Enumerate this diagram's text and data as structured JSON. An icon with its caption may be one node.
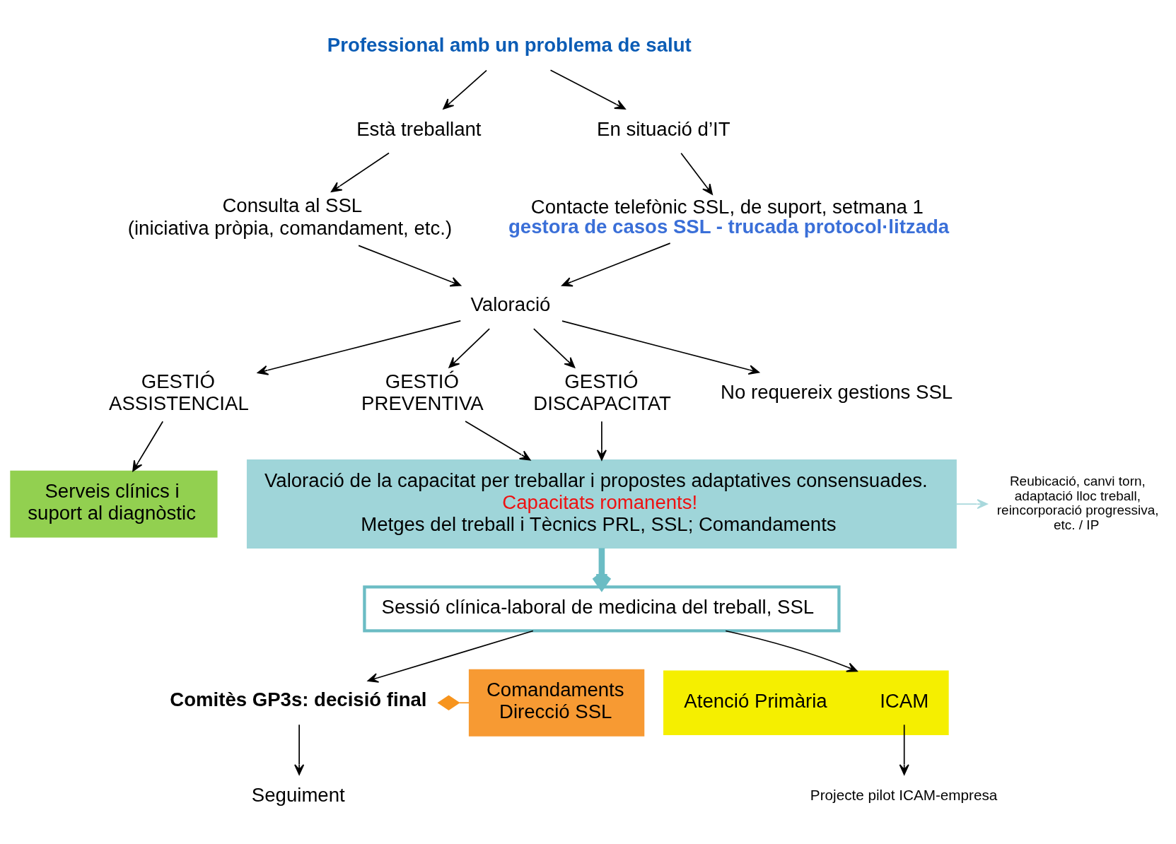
{
  "diagram": {
    "nodes": [
      {
        "text": [
          "Professional amb un problema de salut"
        ]
      },
      {
        "text": [
          "Està treballant"
        ]
      },
      {
        "text": [
          "En situació d’IT"
        ]
      },
      {
        "text": [
          "Consulta al SSL",
          "(iniciativa pròpia, comandament, etc.)"
        ]
      },
      {
        "text": [
          "Contacte telefònic SSL, de suport, setmana 1",
          "gestora de casos SSL - trucada protocol·litzada"
        ]
      },
      {
        "text": [
          "Valoració"
        ]
      },
      {
        "text": [
          "GESTIÓ ASSISTENCIAL"
        ]
      },
      {
        "text": [
          "GESTIÓ PREVENTIVA"
        ]
      },
      {
        "text": [
          "GESTIÓ DISCAPACITAT"
        ]
      },
      {
        "text": [
          "No requereix gestions SSL"
        ]
      },
      {
        "text": [
          "Serveis clínics i suport al diagnòstic"
        ]
      },
      {
        "text": [
          "Valoració de la capacitat per treballar i propostes adaptatives consensuades.",
          "Capacitats romanents!",
          "Metges del treball i Tècnics PRL, SSL; Comandaments"
        ]
      },
      {
        "text": [
          "Reubicació, canvi torn, adaptació lloc treball, reincorporació progressiva, etc. / IP"
        ]
      },
      {
        "text": [
          "Sessió clínica-laboral de medicina del treball, SSL"
        ]
      },
      {
        "text": [
          "Comandaments Direcció SSL"
        ]
      },
      {
        "text": [
          "Comitès GP3s: decisió final"
        ]
      },
      {
        "text": [
          "Seguiment"
        ]
      },
      {
        "text": [],
        "shape": "box"
      },
      {
        "text": [
          "ICAM"
        ],
        "in": 17
      },
      {
        "text": [
          "Atenció Primària"
        ],
        "in": 17
      },
      {
        "text": [
          "Projecte pilot ICAM-empresa"
        ]
      }
    ],
    "edges": [
      {
        "from": 0,
        "to": 1,
        "arrow": "to"
      },
      {
        "from": 0,
        "to": 2,
        "arrow": "to"
      },
      {
        "from": 1,
        "to": 3,
        "arrow": "to"
      },
      {
        "from": 2,
        "to": 4,
        "arrow": "to"
      },
      {
        "from": 3,
        "to": 5,
        "arrow": "to"
      },
      {
        "from": 4,
        "to": 5,
        "arrow": "to"
      },
      {
        "from": 5,
        "to": 6,
        "arrow": "to"
      },
      {
        "from": 5,
        "to": 7,
        "arrow": "to"
      },
      {
        "from": 5,
        "to": 8,
        "arrow": "to"
      },
      {
        "from": 5,
        "to": 9,
        "arrow": "to"
      },
      {
        "from": 6,
        "to": 10,
        "arrow": "to"
      },
      {
        "from": 7,
        "to": 11,
        "arrow": "to"
      },
      {
        "from": 8,
        "to": 11,
        "arrow": "to"
      },
      {
        "from": 11,
        "to": 12,
        "arrow": "to",
        "color": "#a8d8dc"
      },
      {
        "from": 11,
        "to": 13,
        "arrow": "to",
        "style": "thick",
        "color": "#6bbcc4"
      },
      {
        "from": 13,
        "to": 15,
        "arrow": "to"
      },
      {
        "from": 13,
        "to": 17,
        "arrow": "to"
      },
      {
        "from": 14,
        "to": 15,
        "arrow": "other",
        "color": "#f7941d"
      },
      {
        "from": 15,
        "to": 16,
        "arrow": "to"
      },
      {
        "from": 18,
        "to": 20,
        "arrow": "to"
      }
    ]
  }
}
